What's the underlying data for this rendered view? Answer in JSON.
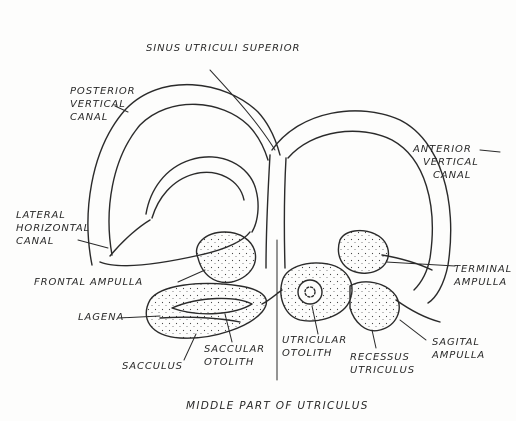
{
  "diagram": {
    "labels": {
      "sinus_utriculi_superior": "SINUS UTRICULI SUPERIOR",
      "posterior_vertical_canal": [
        "POSTERIOR",
        "VERTICAL",
        "CANAL"
      ],
      "anterior_vertical_canal": [
        "ANTERIOR",
        "VERTICAL",
        "CANAL"
      ],
      "lateral_horizontal_canal": [
        "LATERAL",
        "HORIZONTAL",
        "CANAL"
      ],
      "frontal_ampulla": "FRONTAL AMPULLA",
      "terminal_ampulla": [
        "TERMINAL",
        "AMPULLA"
      ],
      "lagena": "LAGENA",
      "sacculus": "SACCULUS",
      "saccular_otolith": [
        "SACCULAR",
        "OTOLITH"
      ],
      "utricular_otolith": [
        "UTRICULAR",
        "OTOLITH"
      ],
      "recessus_utriculus": [
        "RECESSUS",
        "UTRICULUS"
      ],
      "sagital_ampulla": [
        "SAGITAL",
        "AMPULLA"
      ]
    },
    "caption": "MIDDLE PART OF UTRICULUS",
    "colors": {
      "ink": "#2a2a2a",
      "paper": "#fdfdfc"
    }
  }
}
